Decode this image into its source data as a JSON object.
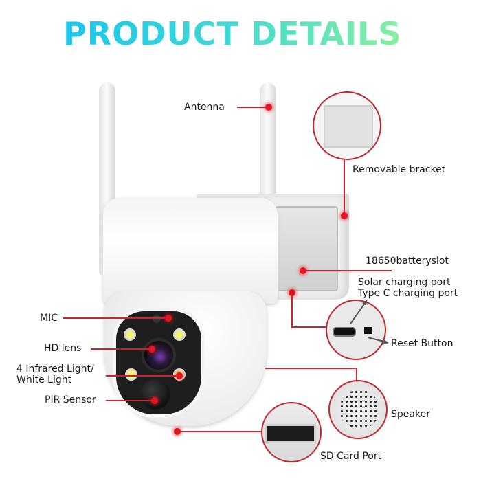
{
  "title": "PRODUCT DETAILS",
  "colors": {
    "title_gradient_start": "#19c6ee",
    "title_gradient_end": "#8df39c",
    "callout_line": "#c9232c",
    "callout_dot": "#e3141e"
  },
  "callouts": {
    "antenna": "Antenna",
    "removable_bracket": "Removable bracket",
    "battery_slot": "18650batteryslot",
    "solar_port": "Solar charging port",
    "typec_port": "Type C charging port",
    "reset_button": "Reset Button",
    "mic": "MIC",
    "hd_lens": "HD lens",
    "ir_light_line1": "4 Infrared Light/",
    "ir_light_line2": "White Light",
    "pir_sensor": "PIR Sensor",
    "speaker": "Speaker",
    "sd_card": "SD Card Port"
  }
}
